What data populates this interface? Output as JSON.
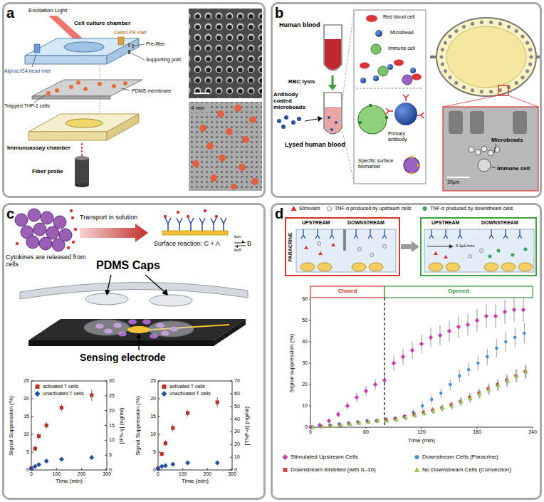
{
  "diagram": {
    "nodes": [
      {
        "text": [
          "a"
        ]
      },
      {
        "text": [
          "b"
        ]
      },
      {
        "text": [
          "c"
        ]
      },
      {
        "text": [
          "d"
        ]
      },
      {
        "text": [
          "PARACRINE",
          "UPSTREAM",
          "DOWNSTREAM"
        ],
        "in": 3
      },
      {
        "text": [
          "UPSTREAM",
          "DOWNSTREAM"
        ],
        "in": 3
      }
    ],
    "edges": [
      {
        "from": 4,
        "to": 5,
        "arrow": "to"
      }
    ],
    "labels": [
      "Excitation Light",
      "AlphaLISA bead inlet",
      "Cell culture chamber",
      "Cells/LPS inlet",
      "Pre-filter",
      "Supporting post",
      "Trapped THP-1 cells",
      "PDMS membrane",
      "Immunoassay chamber",
      "Fiber probe",
      "4 min",
      "Human blood",
      "RBC lysis",
      "Antibody coated microbeads",
      "Lysed human blood",
      "Red blood cell",
      "Microbead",
      "Immune cell",
      "Primary antibody",
      "Specific surface biomarker",
      "Microbeads",
      "Immune cell",
      "30μm",
      "Cytokines are released from cells",
      "Transport in solution",
      "Surface reaction: C + A",
      "kon",
      "koff",
      "B",
      "PDMS Caps",
      "Sensing electrode",
      "Signal Suppression (%)",
      "0",
      "5",
      "10",
      "15",
      "20",
      "25",
      "0",
      "5",
      "10",
      "15",
      "20",
      "25",
      "30",
      "0",
      "100",
      "200",
      "300",
      "Time (min)",
      "[IFN-γ] (ng/ml)",
      "Signal Suppression (%)",
      "0",
      "5",
      "10",
      "15",
      "20",
      "25",
      "0",
      "10",
      "20",
      "30",
      "40",
      "50",
      "60",
      "70",
      "0",
      "100",
      "200",
      "300",
      "Time (min)",
      "[TNF-α] (ng/ml)",
      "0.1μL/min",
      "Closed",
      "Opened",
      "Signal suppression (%)",
      "0",
      "10",
      "20",
      "30",
      "40",
      "50",
      "60",
      "0",
      "60",
      "120",
      "180",
      "240",
      "Time (min)"
    ],
    "legend": [
      {
        "text": "activated T cells",
        "color": "#c0302a"
      },
      {
        "text": "unactivated T cells",
        "color": "#1f4e9a"
      },
      {
        "text": "activated T cells",
        "color": "#c0302a"
      },
      {
        "text": "unactivated T cells",
        "color": "#1f4e9a"
      },
      {
        "text": "Stimulant",
        "color": "#d9342b"
      },
      {
        "text": "TNF-α produced by upstream cells",
        "color": "#9a9a9a"
      },
      {
        "text": "TNF-α produced by downstream cells",
        "color": "#3aa55a"
      },
      {
        "text": "Stimulated Upstream Cells",
        "color": "#c83cb4"
      },
      {
        "text": "Downstream Cells (Paracrine)",
        "color": "#3a8fd6"
      },
      {
        "text": "Downstream Inhibited (with IL-10)",
        "color": "#d0463e"
      },
      {
        "text": "No Downstream Cells (Convection)",
        "color": "#96c85a"
      }
    ]
  }
}
